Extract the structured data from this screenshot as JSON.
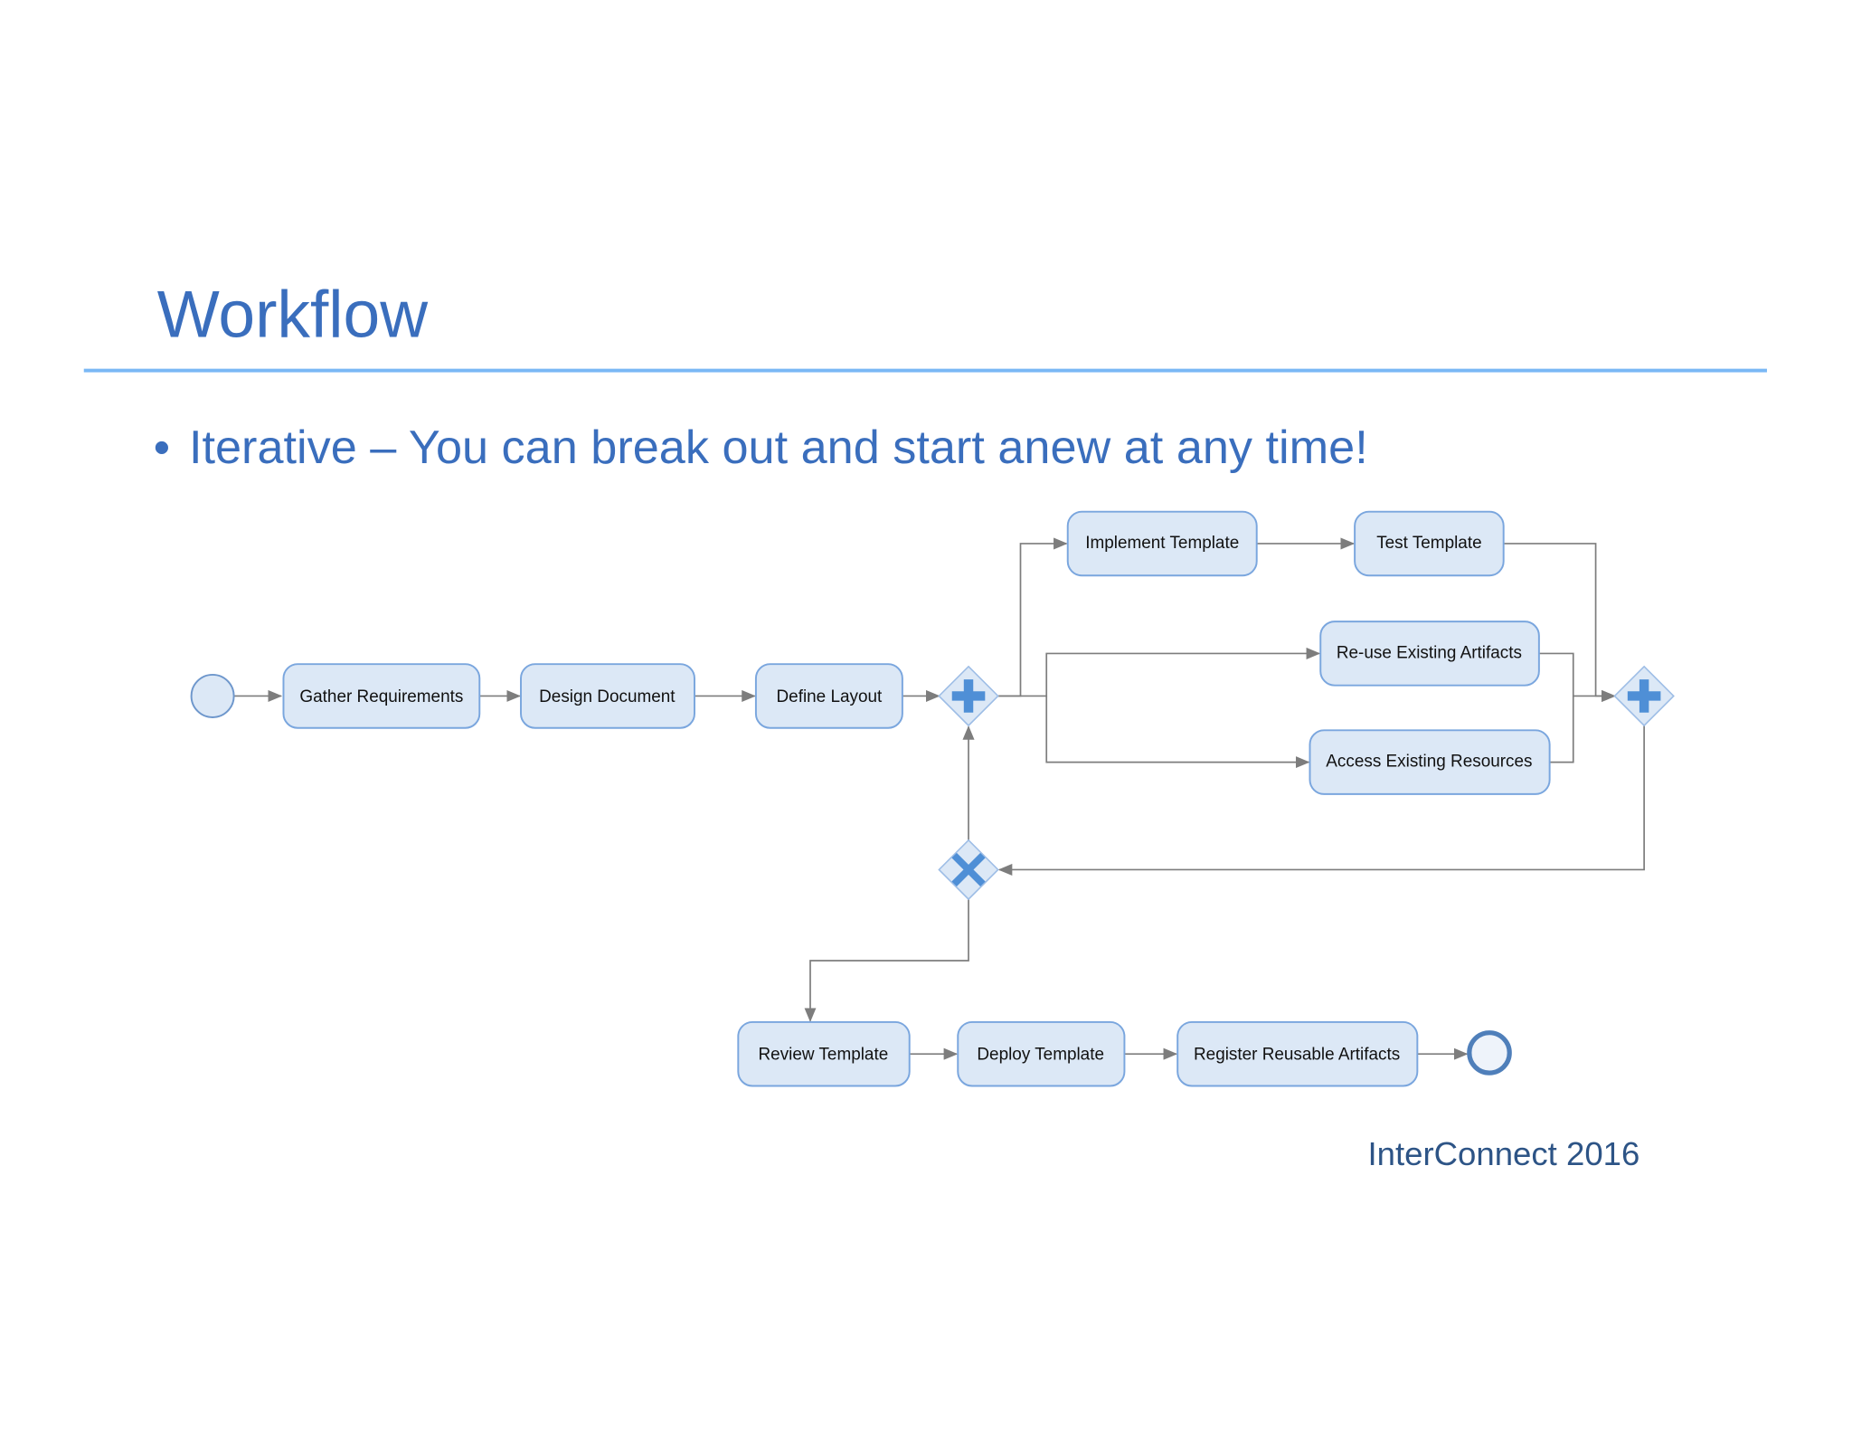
{
  "slide": {
    "title": "Workflow",
    "bullet": "Iterative – You can break out and start anew at any time!",
    "footer": "InterConnect 2016",
    "accent_color": "#3a6ebd",
    "rule_color": "#7ab8f5"
  },
  "diagram": {
    "tasks": {
      "gather": "Gather Requirements",
      "design": "Design Document",
      "layout": "Define Layout",
      "implement": "Implement Template",
      "test": "Test Template",
      "reuse": "Re-use Existing Artifacts",
      "access": "Access Existing Resources",
      "review": "Review Template",
      "deploy": "Deploy Template",
      "register": "Register Reusable Artifacts"
    },
    "gateways": {
      "split": "parallel-gateway",
      "join": "parallel-gateway",
      "decision": "exclusive-gateway"
    },
    "events": {
      "start": "start-event",
      "end": "end-event"
    },
    "task_fill": "#dce8f6",
    "task_stroke": "#7aa6de"
  }
}
